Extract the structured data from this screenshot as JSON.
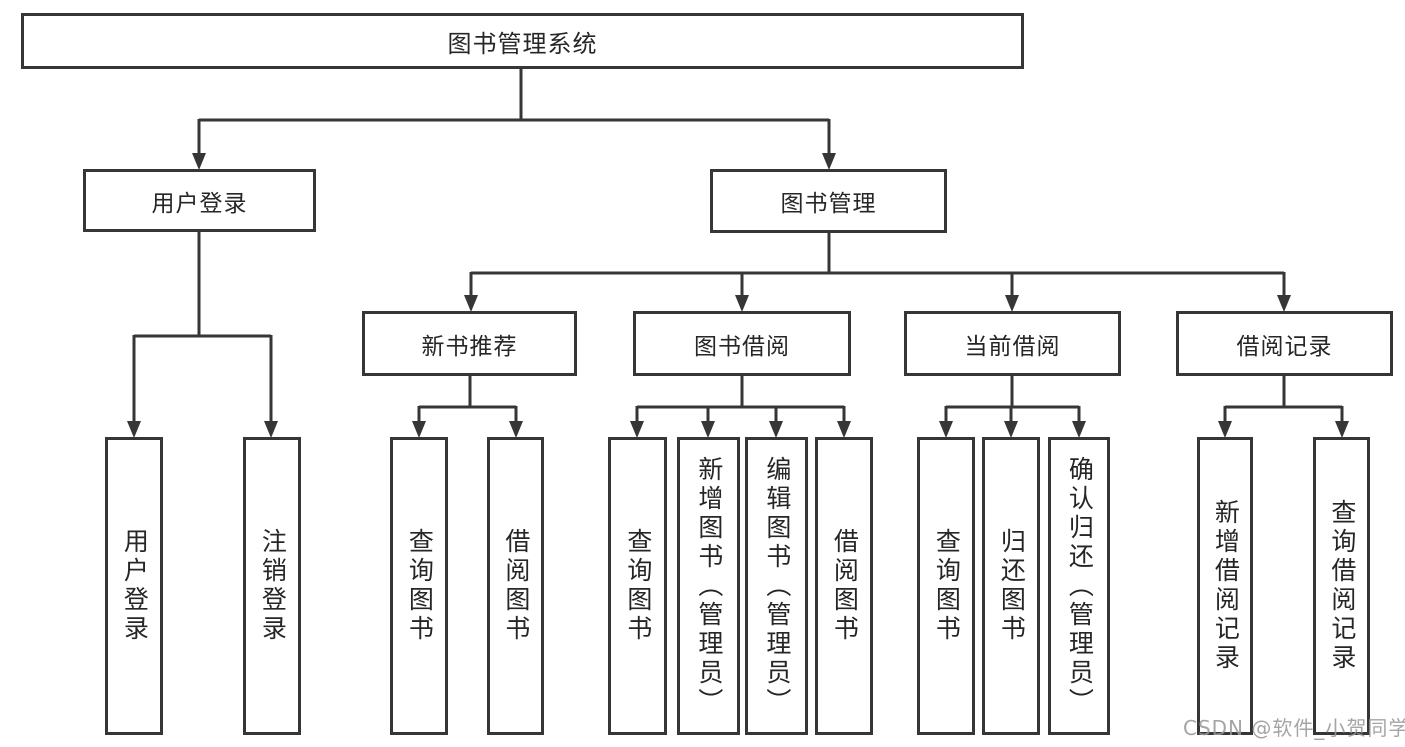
{
  "tree": {
    "root": "图书管理系统",
    "login": {
      "label": "用户登录",
      "leaves": [
        "用户登录",
        "注销登录"
      ]
    },
    "mgmt": {
      "label": "图书管理",
      "groups": [
        {
          "label": "新书推荐",
          "leaves": [
            "查询图书",
            "借阅图书"
          ]
        },
        {
          "label": "图书借阅",
          "leaves": [
            "查询图书",
            "新增图书（管理员）",
            "编辑图书（管理员）",
            "借阅图书"
          ]
        },
        {
          "label": "当前借阅",
          "leaves": [
            "查询图书",
            "归还图书",
            "确认归还（管理员）"
          ]
        },
        {
          "label": "借阅记录",
          "leaves": [
            "新增借阅记录",
            "查询借阅记录"
          ]
        }
      ]
    }
  },
  "watermark": "CSDN @软件_小贺同学",
  "colors": {
    "line": "#363636",
    "text": "#262626",
    "background": "#ffffff",
    "watermark": "#989898"
  }
}
